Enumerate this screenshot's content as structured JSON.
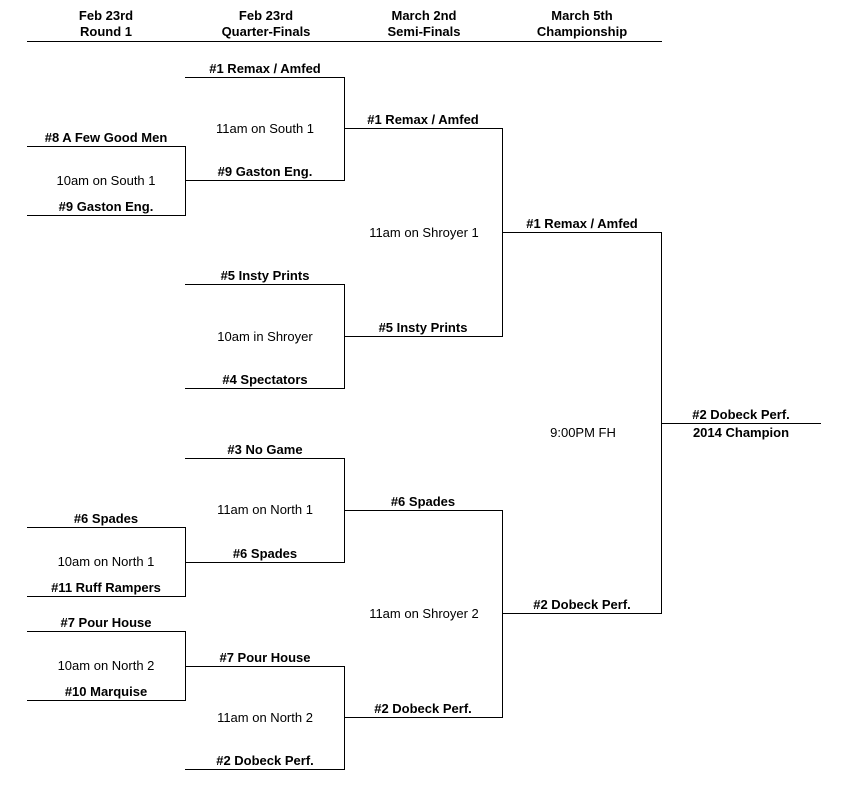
{
  "headers": [
    {
      "date": "Feb 23rd",
      "round": "Round 1"
    },
    {
      "date": "Feb 23rd",
      "round": "Quarter-Finals"
    },
    {
      "date": "March 2nd",
      "round": "Semi-Finals"
    },
    {
      "date": "March 5th",
      "round": "Championship"
    }
  ],
  "round1": {
    "g1": {
      "top": "#8 A Few Good Men",
      "info": "10am on South 1",
      "bottom": "#9 Gaston Eng."
    },
    "g2": {
      "top": "#6 Spades",
      "info": "10am on North 1",
      "bottom": "#11 Ruff Rampers"
    },
    "g3": {
      "top": "#7 Pour House",
      "info": "10am on North 2",
      "bottom": "#10 Marquise"
    }
  },
  "quarterfinals": {
    "g1": {
      "top": "#1 Remax / Amfed",
      "info": "11am on South 1",
      "bottom": "#9 Gaston Eng."
    },
    "g2": {
      "top": "#5 Insty Prints",
      "info": "10am in Shroyer",
      "bottom": "#4 Spectators"
    },
    "g3": {
      "top": "#3 No Game",
      "info": "11am on North 1",
      "bottom": "#6 Spades"
    },
    "g4": {
      "top": "#7 Pour House",
      "info": "11am on North 2",
      "bottom": "#2 Dobeck Perf."
    }
  },
  "semifinals": {
    "g1": {
      "top": "#1 Remax / Amfed",
      "info": "11am on Shroyer 1",
      "bottom": "#5 Insty Prints"
    },
    "g2": {
      "top": "#6 Spades",
      "info": "11am on Shroyer 2",
      "bottom": "#2 Dobeck Perf."
    }
  },
  "championship": {
    "top": "#1 Remax / Amfed",
    "info": "9:00PM FH",
    "bottom": "#2 Dobeck Perf."
  },
  "champion": {
    "name": "#2 Dobeck Perf.",
    "title": "2014 Champion"
  }
}
